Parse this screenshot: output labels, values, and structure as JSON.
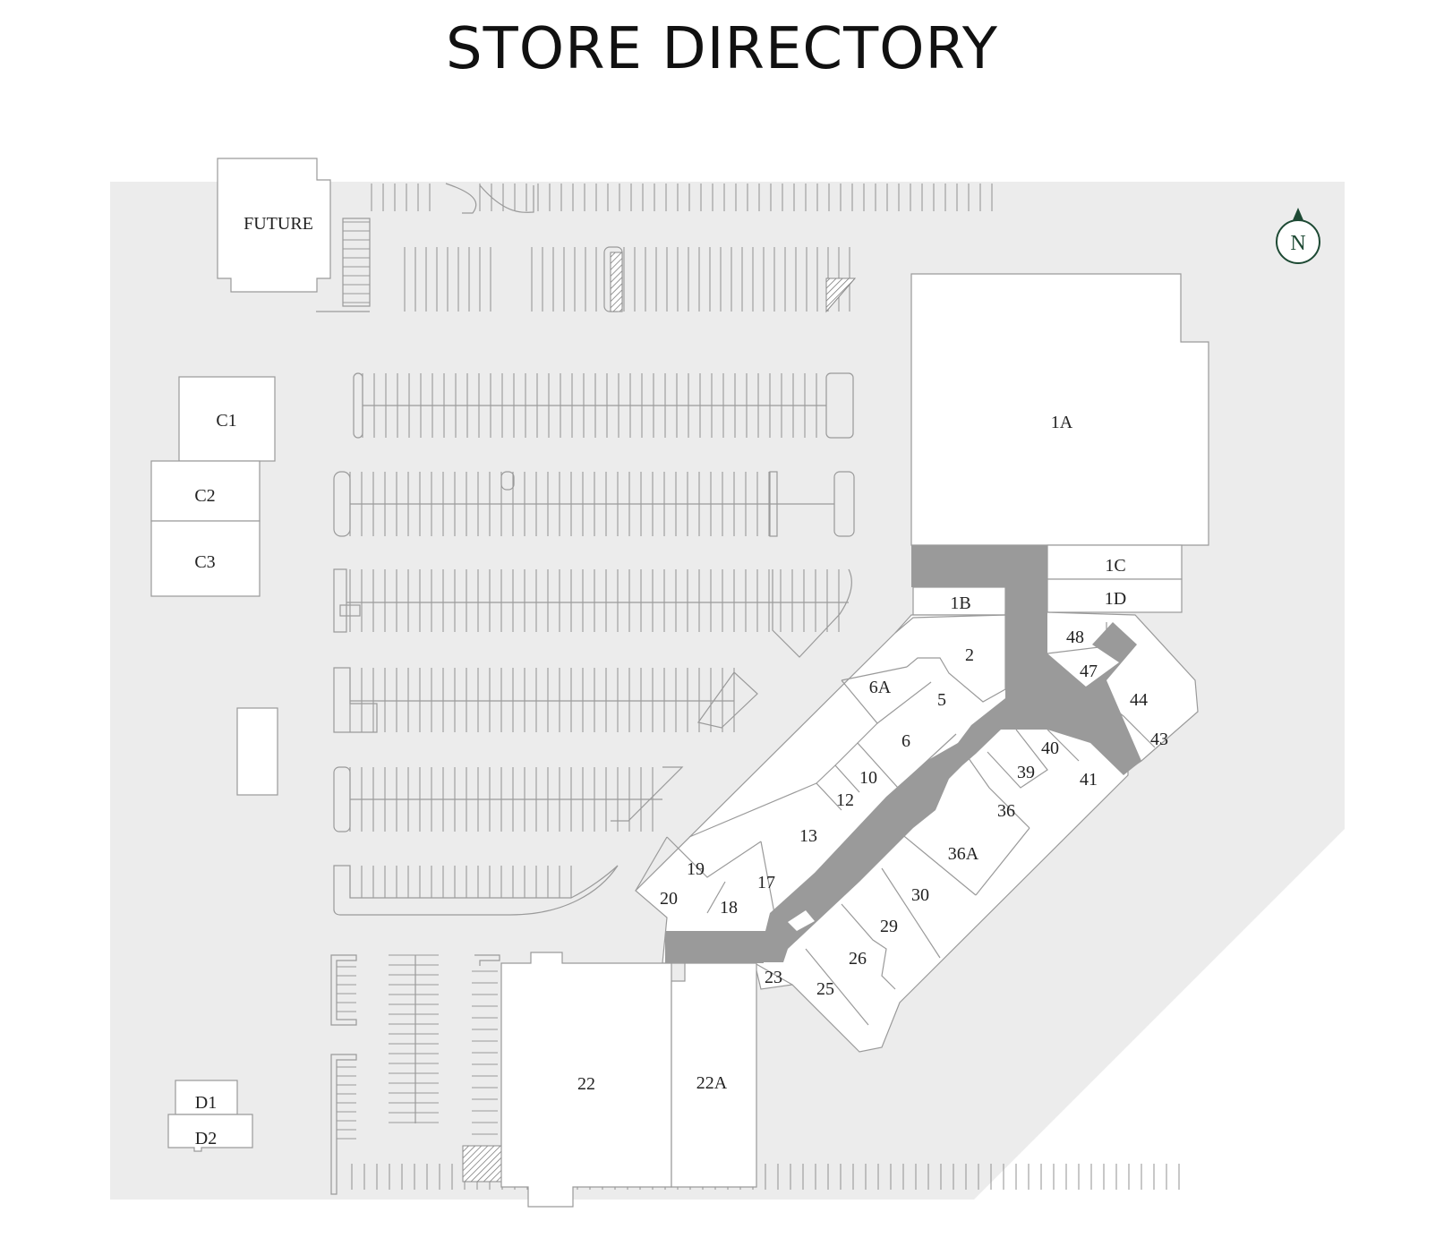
{
  "title": "STORE DIRECTORY",
  "compass": {
    "label": "N",
    "color": "#1e4a34"
  },
  "colors": {
    "lot": "#ececec",
    "corridor": "#9a9a9a",
    "building": "#ffffff"
  },
  "units": {
    "future": "FUTURE",
    "c1": "C1",
    "c2": "C2",
    "c3": "C3",
    "d1": "D1",
    "d2": "D2",
    "u1a": "1A",
    "u1b": "1B",
    "u1c": "1C",
    "u1d": "1D",
    "u2": "2",
    "u5": "5",
    "u6": "6",
    "u6a": "6A",
    "u10": "10",
    "u12": "12",
    "u13": "13",
    "u17": "17",
    "u18": "18",
    "u19": "19",
    "u20": "20",
    "u22": "22",
    "u22a": "22A",
    "u23": "23",
    "u25": "25",
    "u26": "26",
    "u29": "29",
    "u30": "30",
    "u36": "36",
    "u36a": "36A",
    "u39": "39",
    "u40": "40",
    "u41": "41",
    "u43": "43",
    "u44": "44",
    "u47": "47",
    "u48": "48"
  }
}
